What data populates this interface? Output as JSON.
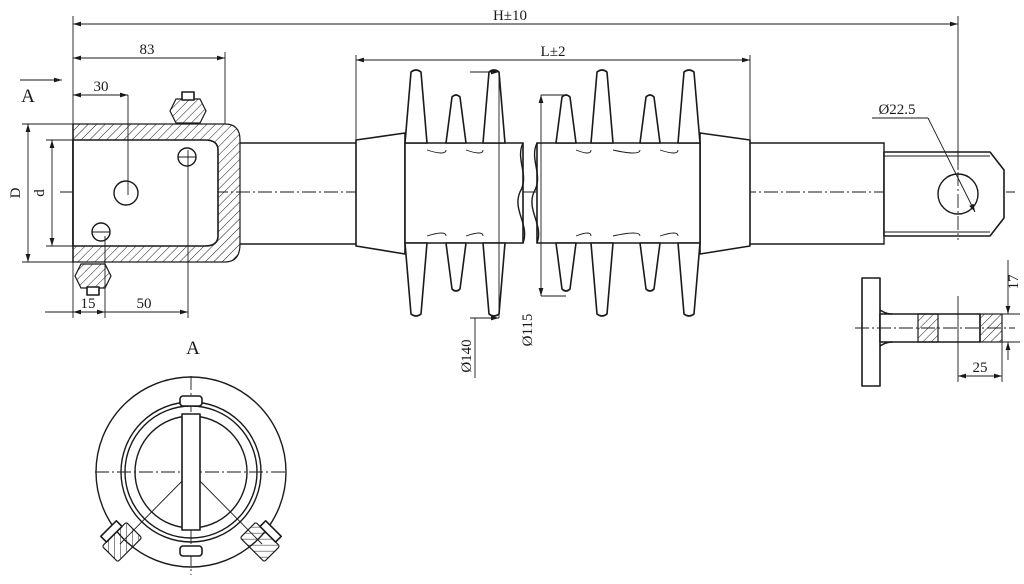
{
  "drawing": {
    "overall_length": "H±10",
    "active_length": "L±2",
    "dim_83": "83",
    "dim_30": "30",
    "dim_15": "15",
    "dim_50": "50",
    "dim_D": "D",
    "dim_d": "d",
    "dim_eye_dia": "Ø22.5",
    "dim_shed_large": "Ø140",
    "dim_shed_small": "Ø115",
    "dim_17": "17",
    "dim_25": "25",
    "view_marker": "A",
    "view_title": "A"
  },
  "colors": {
    "line": "#1a1a1a",
    "background": "#ffffff"
  }
}
